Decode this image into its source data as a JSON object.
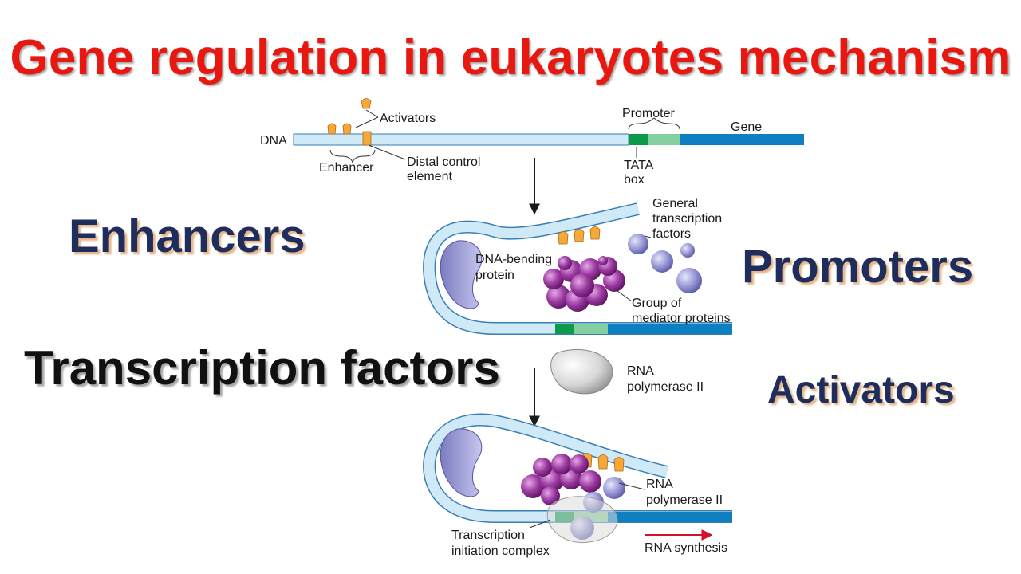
{
  "title": "Gene regulation in eukaryotes mechanism",
  "keywords": {
    "enhancers": "Enhancers",
    "promoters": "Promoters",
    "transcription_factors": "Transcription factors",
    "activators": "Activators"
  },
  "labels": {
    "dna": "DNA",
    "activators": "Activators",
    "enhancer": "Enhancer",
    "distal_line1": "Distal control",
    "distal_line2": "element",
    "promoter": "Promoter",
    "gene": "Gene",
    "tata_line1": "TATA",
    "tata_line2": "box",
    "gtf_line1": "General",
    "gtf_line2": "transcription",
    "gtf_line3": "factors",
    "dnabend_line1": "DNA-bending",
    "dnabend_line2": "protein",
    "mediator_line1": "Group of",
    "mediator_line2": "mediator proteins",
    "rnapol_line1": "RNA",
    "rnapol_line2": "polymerase II",
    "rnapol2_line1": "RNA",
    "rnapol2_line2": "polymerase II",
    "tic_line1": "Transcription",
    "tic_line2": "initiation complex",
    "rna_synthesis": "RNA synthesis"
  },
  "colors": {
    "title": "#e8170f",
    "keyword_navy": "#1f2d5c",
    "dna_light": "#cfe9f7",
    "dna_outline": "#3a7fb3",
    "gene_blue": "#0e7fc1",
    "tata_green": "#0a9a4a",
    "promoter_green": "#86cfa0",
    "activator_orange": "#f4a93a",
    "mediator_purple": "#8b2a8f",
    "gtf_lavender": "#8f8fd0",
    "rna_arrow": "#d1122a"
  }
}
